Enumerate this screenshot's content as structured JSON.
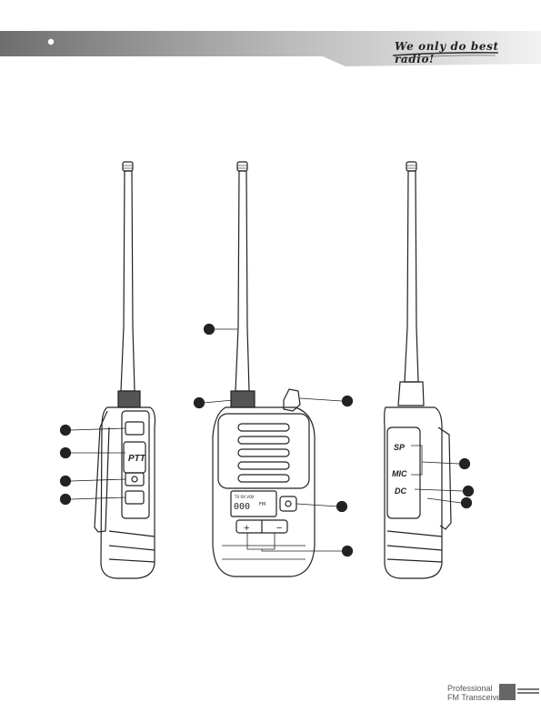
{
  "header": {
    "slogan": "We only do best radio!",
    "accent_color": "#6e6e6e"
  },
  "figures": {
    "left_view": {
      "ptt_label": "PTT"
    },
    "front_view": {
      "lcd_top_text": "TX RX VOX",
      "lcd_digits": "000",
      "lcd_small_text": "FM",
      "plus_label": "+",
      "minus_label": "−"
    },
    "right_view": {
      "jack_labels": [
        "SP",
        "MIC",
        "DC"
      ]
    }
  },
  "footer": {
    "line1": "Professional",
    "line2": "FM Transceiver"
  }
}
